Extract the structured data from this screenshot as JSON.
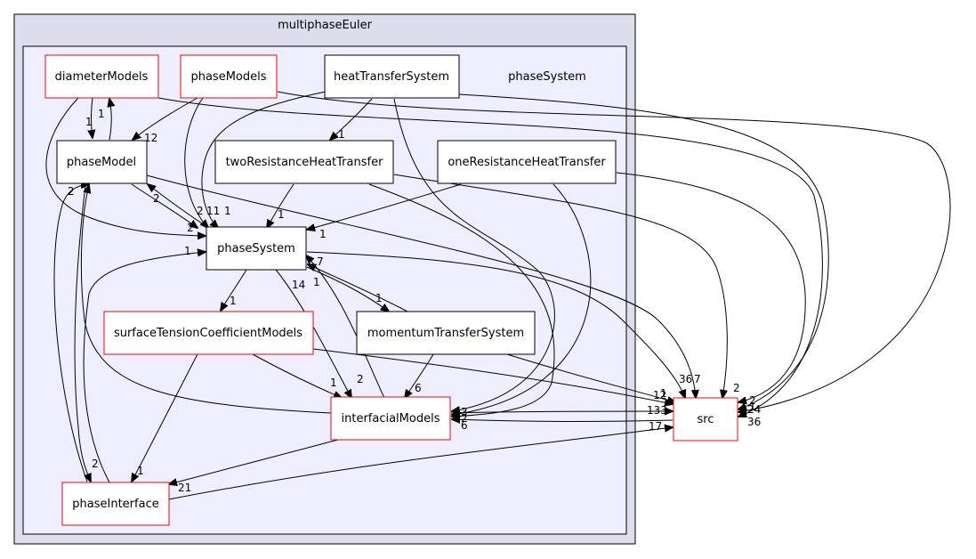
{
  "outer_cluster": {
    "label": "multiphaseEuler"
  },
  "inner_cluster": {
    "label": "phaseSystem"
  },
  "colors": {
    "outer_fill": "#dddded",
    "inner_fill": "#eeeeff",
    "red": "#ff0000",
    "black": "#000000"
  },
  "nodes": {
    "diameterModels": {
      "label": "diameterModels"
    },
    "phaseModels": {
      "label": "phaseModels"
    },
    "heatTransferSystem": {
      "label": "heatTransferSystem"
    },
    "phaseModel": {
      "label": "phaseModel"
    },
    "twoResistanceHeatTransfer": {
      "label": "twoResistanceHeatTransfer"
    },
    "oneResistanceHeatTransfer": {
      "label": "oneResistanceHeatTransfer"
    },
    "phaseSystem": {
      "label": "phaseSystem"
    },
    "surfaceTensionCoefficientModels": {
      "label": "surfaceTensionCoefficientModels"
    },
    "momentumTransferSystem": {
      "label": "momentumTransferSystem"
    },
    "interfacialModels": {
      "label": "interfacialModels"
    },
    "phaseInterface": {
      "label": "phaseInterface"
    },
    "src": {
      "label": "src"
    }
  },
  "edge_labels": {
    "dm_pm": "1",
    "pm_dm": "1",
    "pms_pm": "12",
    "hts_trht": "1",
    "ps_pm": "2",
    "pm_ps": "2",
    "pms_ps": "11",
    "hts_ps": "1",
    "dm_ps": "2",
    "trht_ps": "1",
    "orht_ps": "1",
    "pi_ps": "1",
    "ps_stcm": "1",
    "ps_mts": "1",
    "mts_ps": "1",
    "im_ps": "7",
    "ps_im": "14",
    "stcm_im": "1",
    "ps_im2": "2",
    "mts_im": "6",
    "im_src": "133",
    "ps_src": "36",
    "src_im": "6",
    "mts_src": "12",
    "pm_src": "7",
    "trht_src": "2",
    "orht_src": "2",
    "hts_src": "24",
    "dm_src": "36",
    "pi_src": "17",
    "im_pi": "21",
    "stcm_pi": "1",
    "pi_pm": "2",
    "pm_pi": "2",
    "im_pm": "2",
    "hts_im": "3",
    "orht_im": "3",
    "trht_im": "2",
    "stcm_src": "1",
    "pms_src": "1"
  }
}
